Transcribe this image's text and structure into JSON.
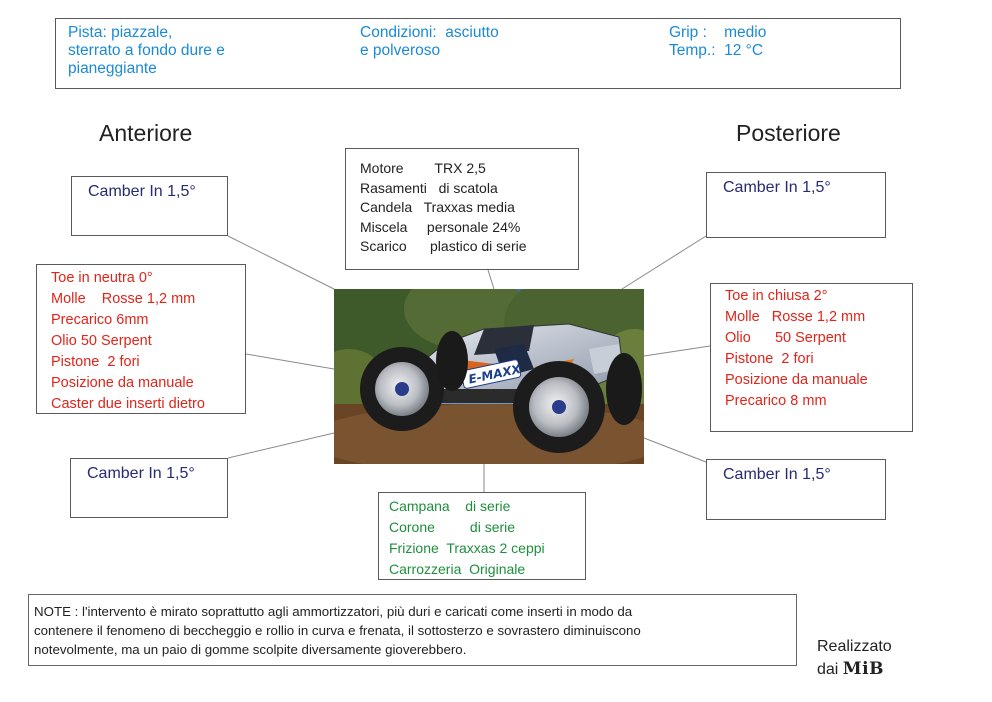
{
  "conditions": {
    "track": [
      "Pista: piazzale,",
      "sterrato a fondo dure e",
      "pianeggiante"
    ],
    "state": [
      "Condizioni:  asciutto",
      "e polveroso"
    ],
    "grip": [
      "Grip :    medio",
      "Temp.:  12 °C"
    ]
  },
  "headings": {
    "front": "Anteriore",
    "rear": "Posteriore"
  },
  "camber": {
    "front_top": "Camber In 1,5°",
    "rear_top": "Camber In 1,5°",
    "front_bottom": "Camber In 1,5°",
    "rear_bottom": "Camber In 1,5°"
  },
  "engine": [
    "Motore        TRX 2,5",
    "Rasamenti   di scatola",
    "Candela   Traxxas media",
    "Miscela     personale 24%",
    "Scarico      plastico di serie"
  ],
  "front_suspension": [
    "Toe in neutra 0°",
    "Molle    Rosse 1,2 mm",
    "Precarico 6mm",
    "Olio 50 Serpent",
    "Pistone  2 fori",
    "Posizione da manuale",
    "Caster due inserti dietro"
  ],
  "rear_suspension": [
    "Toe in chiusa 2°",
    "Molle   Rosse 1,2 mm",
    "Olio      50 Serpent",
    "Pistone  2 fori",
    "Posizione da manuale",
    "Precarico 8 mm"
  ],
  "drivetrain": [
    "Campana    di serie",
    "Corone         di serie",
    "Frizione  Traxxas 2 ceppi",
    "Carrozzeria  Originale"
  ],
  "notes": [
    "NOTE : l'intervento è mirato soprattutto agli ammortizzatori, più duri e caricati come inserti in modo da",
    "contenere il fenomeno di beccheggio e rollio in curva e frenata, il sottosterzo e sovrastero diminuiscono",
    "notevolmente, ma un paio di gomme scolpite diversamente gioverebbero."
  ],
  "credits": {
    "line1": "Realizzato",
    "prefix": "dai ",
    "brand": "MiB"
  },
  "photo": {
    "body_text": "E-MAXX"
  },
  "colors": {
    "conditions_text": "#1b8ad6",
    "camber_text": "#262b72",
    "suspension_text": "#e0251b",
    "drivetrain_text": "#1d8f3c",
    "border": "#5a5a5a"
  }
}
